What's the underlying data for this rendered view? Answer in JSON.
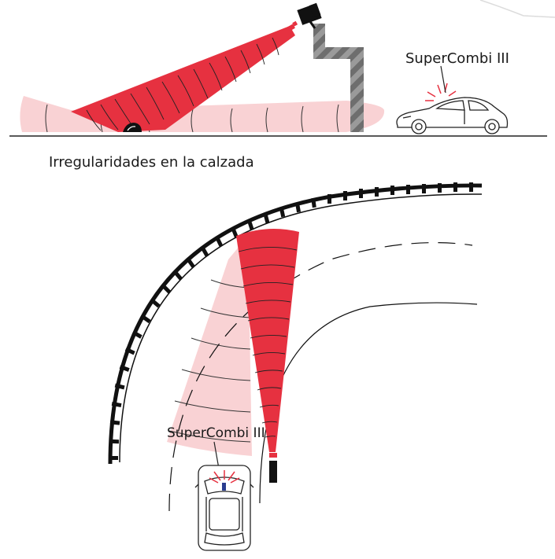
{
  "labels": {
    "device_top": "SuperCombi III",
    "caption": "Irregularidades en la calzada",
    "device_bottom": "SuperCombi III"
  },
  "colors": {
    "beam_red": "#e63140",
    "beam_pink": "#f9d2d4",
    "beam_line": "#1a1a1a",
    "stripe_grey": "#8a8a8a",
    "guardrail": "#111111"
  },
  "icons": {
    "camera": "camera-icon",
    "car_side": "car-side-icon",
    "car_top": "car-top-icon",
    "bump": "road-bump-icon"
  }
}
